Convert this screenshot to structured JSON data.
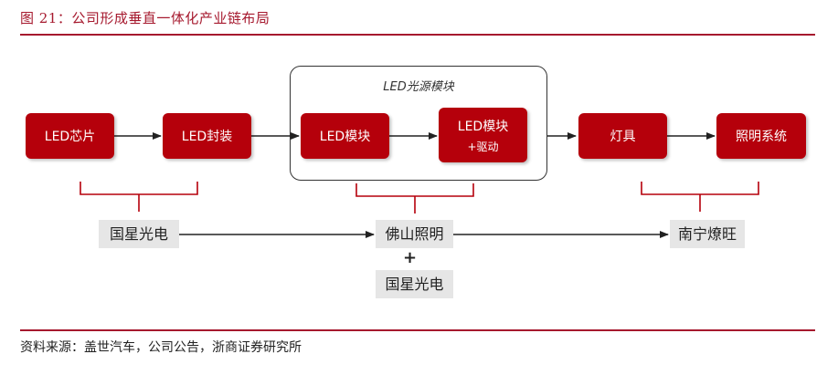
{
  "figure": {
    "title": "图 21：公司形成垂直一体化产业链布局",
    "source": "资料来源：盖世汽车，公司公告，浙商证券研究所"
  },
  "group": {
    "label": "LED光源模块"
  },
  "chain": [
    {
      "label": "LED芯片",
      "sub": ""
    },
    {
      "label": "LED封装",
      "sub": ""
    },
    {
      "label": "LED模块",
      "sub": ""
    },
    {
      "label": "LED模块",
      "sub": "+驱动"
    },
    {
      "label": "灯具",
      "sub": ""
    },
    {
      "label": "照明系统",
      "sub": ""
    }
  ],
  "companies": {
    "left": "国星光电",
    "middle_top": "佛山照明",
    "plus": "+",
    "middle_bottom": "国星光电",
    "right": "南宁燎旺"
  },
  "colors": {
    "accent": "#a6192e",
    "box": "#b5000b",
    "label_bg": "#e6e6e6"
  }
}
